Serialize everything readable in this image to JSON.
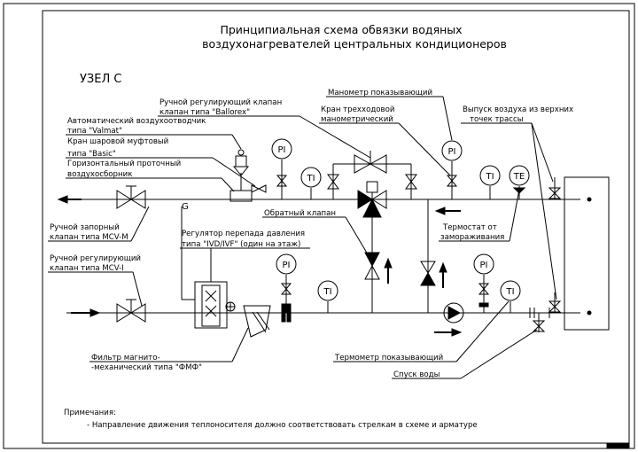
{
  "title": {
    "line1": "Принципиальная схема обвязки водяных",
    "line2": "воздухонагревателей центральных кондиционеров"
  },
  "node_label": "УЗЕЛ С",
  "callouts": {
    "manual_balancing_valve_1": "Ручной регулирующий клапан",
    "manual_balancing_valve_2": "клапан типа \"Ballorex\"",
    "auto_air_vent_1": "Автоматический воздухоотводчик",
    "auto_air_vent_2": "типа \"Valmat\"",
    "ball_valve_1": "Кран шаровой муфтовый",
    "ball_valve_2": "типа \"Basic\"",
    "air_collector_1": "Горизонтальный проточный",
    "air_collector_2": "воздухосборник",
    "pressure_gauge": "Манометр показывающий",
    "three_way_cock_1": "Кран трехходовой",
    "three_way_cock_2": "манометрический",
    "air_release_1": "Выпуск воздуха из верхних",
    "air_release_2": "точек трассы",
    "check_valve": "Обратный клапан",
    "shutoff_valve_1": "Ручной запорный",
    "shutoff_valve_2": "клапан типа MCV-M",
    "pressure_regulator_1": "Регулятор перепада давления",
    "pressure_regulator_2": "типа \"IVD/IVF\" (один на этаж)",
    "frost_thermostat_1": "Термостат от",
    "frost_thermostat_2": "замораживания",
    "balancing_valve_mcv_1": "Ручной регулирующий",
    "balancing_valve_mcv_2": "клапан типа MCV-I",
    "filter_1": "Фильтр магнито-",
    "filter_2": "-механический типа \"ФМФ\"",
    "thermometer": "Термометр показывающий",
    "drain": "Спуск воды"
  },
  "instruments": {
    "pi": "PI",
    "ti": "TI",
    "te": "TE",
    "g": "G"
  },
  "notes": {
    "heading": "Примечания:",
    "item1": "- Направление движения теплоносителя должно соответствовать стрелкам в схеме и арматуре"
  }
}
